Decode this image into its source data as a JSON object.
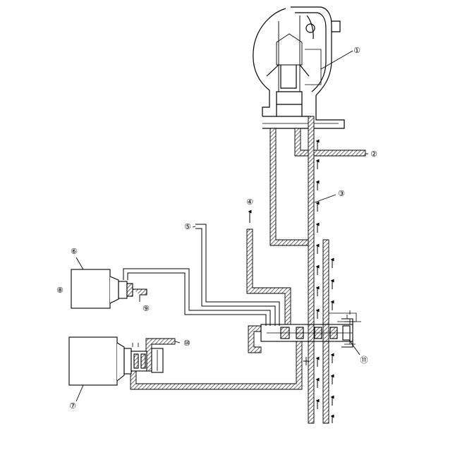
{
  "callouts": [
    {
      "id": "c1",
      "text": "①"
    },
    {
      "id": "c2",
      "text": "②"
    },
    {
      "id": "c3",
      "text": "③"
    },
    {
      "id": "c4",
      "text": "④"
    },
    {
      "id": "c5",
      "text": "⑤"
    },
    {
      "id": "c6",
      "text": "⑥"
    },
    {
      "id": "c7",
      "text": "⑦"
    },
    {
      "id": "c8",
      "text": "⑧"
    },
    {
      "id": "c9",
      "text": "⑨"
    },
    {
      "id": "c10",
      "text": "⑩"
    },
    {
      "id": "c11",
      "text": "⑪"
    }
  ],
  "colors": {
    "line": "#000000",
    "hatch": "#6e6e6e",
    "solenoid_fill": "#ffffff"
  }
}
